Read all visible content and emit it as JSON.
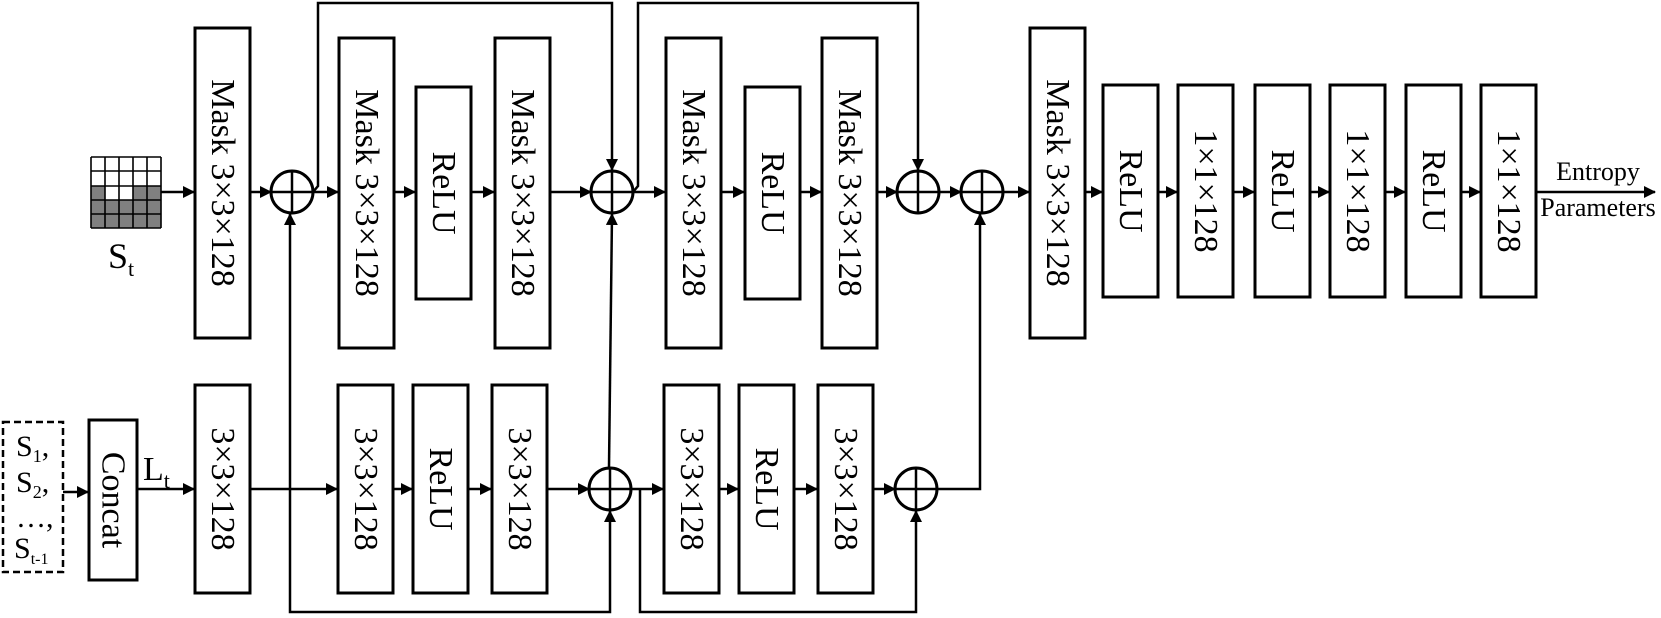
{
  "labels": {
    "mask_conv": "Mask 3×3×128",
    "conv": "3×3×128",
    "relu": "ReLU",
    "conv1x1": "1×1×128",
    "concat": "Concat",
    "entropy_line1": "Entropy",
    "entropy_line2": "Parameters"
  },
  "symbols": {
    "s_t": {
      "base": "S",
      "sub": "t"
    },
    "l_t": {
      "base": "L",
      "sub": "t"
    },
    "inputs": [
      {
        "base": "S",
        "sub": "1",
        "suffix": ","
      },
      {
        "base": "S",
        "sub": "2",
        "suffix": ","
      },
      {
        "text": "…,"
      },
      {
        "base": "S",
        "sub": "t-1",
        "suffix": ""
      }
    ]
  },
  "colors": {
    "line": "#000000",
    "grid_filled": "#808080",
    "background": "#ffffff"
  }
}
